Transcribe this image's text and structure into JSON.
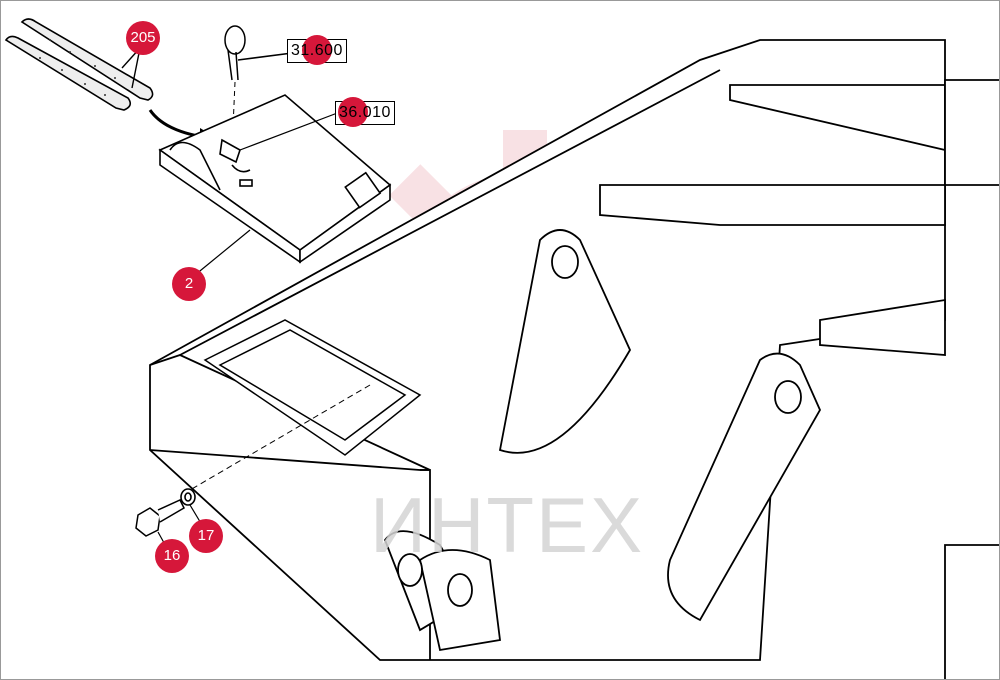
{
  "callouts": [
    {
      "id": "c205",
      "label": "205"
    },
    {
      "id": "c2",
      "label": "2"
    },
    {
      "id": "c16",
      "label": "16"
    },
    {
      "id": "c17",
      "label": "17"
    }
  ],
  "references": [
    {
      "id": "r1",
      "label": "31.600"
    },
    {
      "id": "r2",
      "label": "36.010"
    }
  ],
  "watermark": {
    "text": "ИНТЕХ"
  },
  "colors": {
    "callout": "#d6173a",
    "line": "#000000",
    "watermark": "#f4c9cf"
  }
}
